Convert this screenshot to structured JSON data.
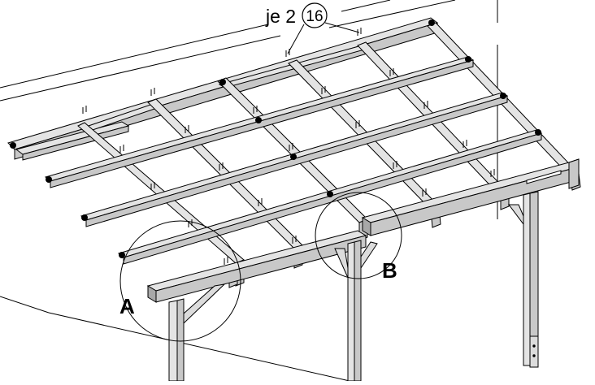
{
  "callout": {
    "prefix": "je 2",
    "part_number": "16"
  },
  "detail_labels": {
    "a": "A",
    "b": "B"
  },
  "colors": {
    "wood_top": "#e4e4e4",
    "wood_side": "#c8c8c8",
    "wood_dark": "#a8a8a8",
    "line": "#000000",
    "background": "#ffffff"
  }
}
